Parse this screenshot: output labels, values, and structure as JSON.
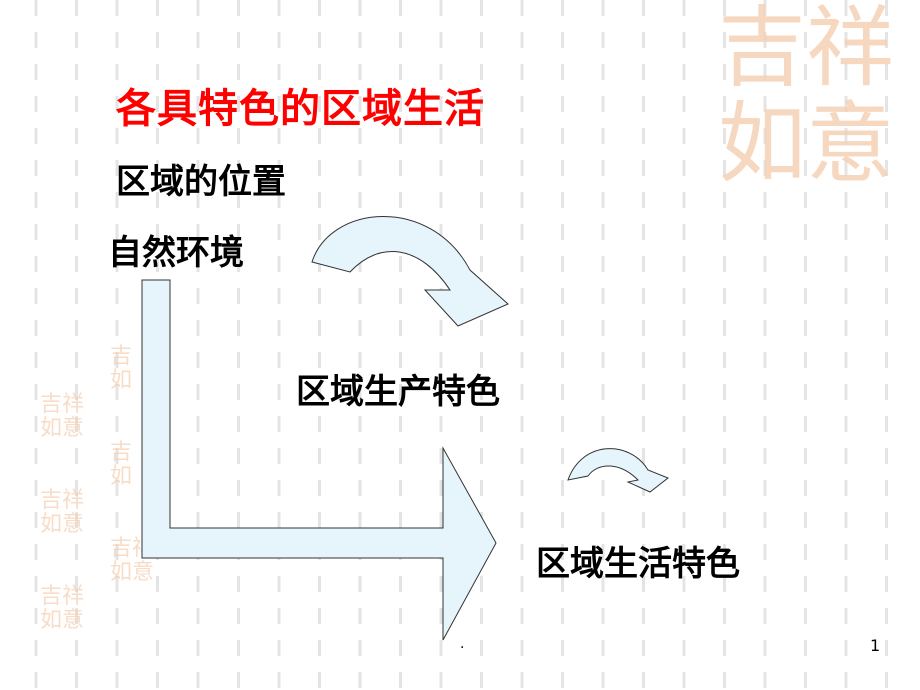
{
  "slide": {
    "title": "各具特色的区域生活",
    "items": [
      "区域的位置",
      "自然环境",
      "区域生产特色",
      "区域生活特色"
    ],
    "footer_mark": ".",
    "page_number": "1",
    "decoration_text": "吉祥如意"
  },
  "colors": {
    "title": "#ff0000",
    "arrow_fill": "#e6f4fc",
    "arrow_stroke": "#333333",
    "seal": "#f5cfb2"
  }
}
